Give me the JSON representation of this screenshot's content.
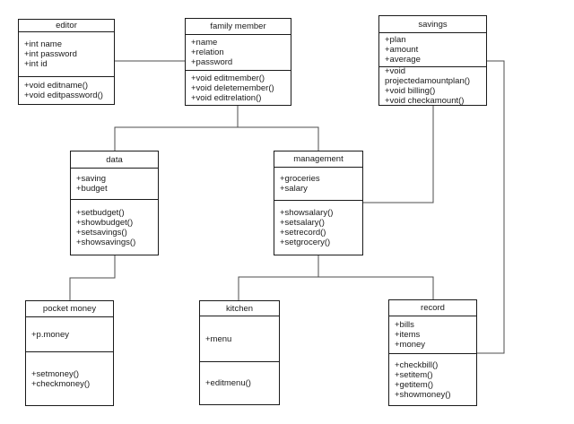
{
  "diagram": {
    "type": "uml-class-diagram",
    "colors": {
      "background": "#ffffff",
      "box_border": "#1a1a1a",
      "text": "#1a1a1a",
      "connector": "#4d4d4d"
    },
    "classes": [
      {
        "id": "editor",
        "title": "editor",
        "attributes": [
          "+int name",
          "+int password",
          "+int id"
        ],
        "methods": [
          "+void editname()",
          "+void editpassword()"
        ]
      },
      {
        "id": "family-member",
        "title": "family member",
        "attributes": [
          "+name",
          "+relation",
          "+password"
        ],
        "methods": [
          "+void editmember()",
          "+void deletemember()",
          "+void editrelation()"
        ]
      },
      {
        "id": "savings",
        "title": "savings",
        "attributes": [
          "+plan",
          "+amount",
          "+average"
        ],
        "methods": [
          "+void projectedamountplan()",
          "+void billing()",
          "+void checkamount()"
        ]
      },
      {
        "id": "data",
        "title": "data",
        "attributes": [
          "+saving",
          "+budget"
        ],
        "methods": [
          "+setbudget()",
          "+showbudget()",
          "+setsavings()",
          "+showsavings()"
        ]
      },
      {
        "id": "management",
        "title": "management",
        "attributes": [
          "+groceries",
          "+salary"
        ],
        "methods": [
          "+showsalary()",
          "+setsalary()",
          "+setrecord()",
          "+setgrocery()"
        ]
      },
      {
        "id": "pocket-money",
        "title": "pocket money",
        "attributes": [
          "+p.money"
        ],
        "methods": [
          "+setmoney()",
          "+checkmoney()"
        ]
      },
      {
        "id": "kitchen",
        "title": "kitchen",
        "attributes": [
          "+menu"
        ],
        "methods": [
          "+editmenu()"
        ]
      },
      {
        "id": "record",
        "title": "record",
        "attributes": [
          "+bills",
          "+items",
          "+money"
        ],
        "methods": [
          "+checkbill()",
          "+setitem()",
          "+getitem()",
          "+showmoney()"
        ]
      }
    ],
    "connections": [
      {
        "from": "editor",
        "to": "family-member"
      },
      {
        "from": "family-member",
        "to": "data"
      },
      {
        "from": "family-member",
        "to": "management"
      },
      {
        "from": "savings",
        "to": "management"
      },
      {
        "from": "savings",
        "to": "record"
      },
      {
        "from": "data",
        "to": "pocket-money"
      },
      {
        "from": "management",
        "to": "kitchen"
      },
      {
        "from": "management",
        "to": "record"
      }
    ]
  }
}
